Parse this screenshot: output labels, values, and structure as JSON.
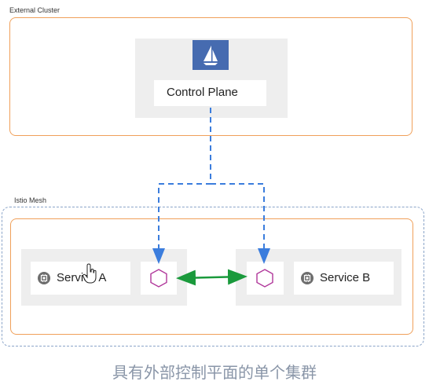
{
  "external_cluster": {
    "label": "External Cluster",
    "control_plane_label": "Control Plane",
    "logo_icon": "istio-sail-icon",
    "logo_color": "#466bb0"
  },
  "mesh": {
    "label": "Istio Mesh",
    "service_a_label": "Service A",
    "service_b_label": "Service B",
    "service_icon": "chip-icon",
    "proxy_icon": "hexagon-icon"
  },
  "caption": "具有外部控制平面的单个集群",
  "colors": {
    "cluster_border": "#f0a05a",
    "mesh_border": "#8aa4c8",
    "control_link": "#3b7ddd",
    "service_link": "#1a9a3c",
    "proxy": "#b0369a"
  }
}
